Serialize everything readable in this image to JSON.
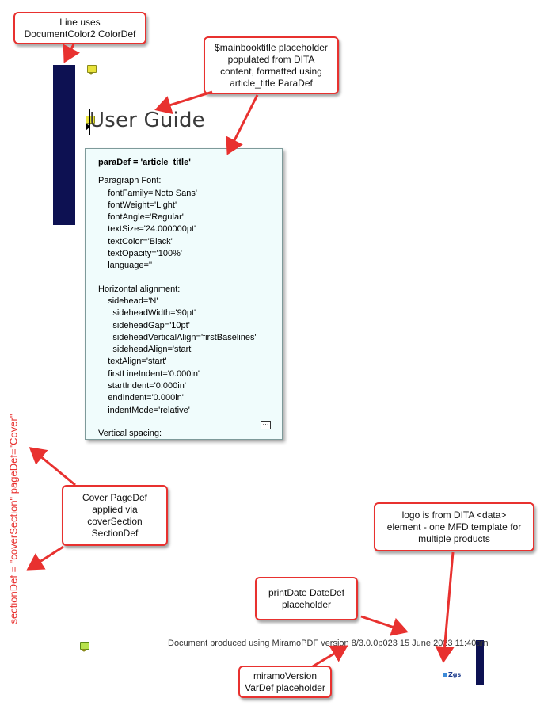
{
  "callouts": {
    "line_color": [
      "Line uses",
      "DocumentColor2 ColorDef"
    ],
    "mainbooktitle": [
      "$mainbooktitle placeholder",
      "populated from DITA",
      "content, formatted using",
      "article_title ParaDef"
    ],
    "cover_pagedef": [
      "Cover PageDef",
      "applied via",
      "coverSection",
      "SectionDef"
    ],
    "logo": [
      "logo is from DITA <data>",
      "element - one MFD template for",
      "multiple products"
    ],
    "printdate": [
      "printDate DateDef",
      "placeholder"
    ],
    "miramoversion": [
      "miramoVersion",
      "VarDef placeholder"
    ]
  },
  "document": {
    "title": "User Guide",
    "footer": "Document produced using MiramoPDF version 8/3.0.0p023 15 June 2023 11:40am",
    "logo_text": "Zgs",
    "section_label": "sectionDef = \"coverSection\"  pageDef=\"Cover\""
  },
  "tooltip": {
    "heading": "paraDef = 'article_title'",
    "font_section": "Paragraph Font:",
    "font_lines": [
      "    fontFamily='Noto Sans'",
      "    fontWeight='Light'",
      "    fontAngle='Regular'",
      "    textSize='24.000000pt'",
      "    textColor='Black'",
      "    textOpacity='100%'",
      "    language=''"
    ],
    "align_section": "Horizontal alignment:",
    "align_lines": [
      "    sidehead='N'",
      "      sideheadWidth='90pt'",
      "      sideheadGap='10pt'",
      "      sideheadVerticalAlign='firstBaselines'",
      "      sideheadAlign='start'",
      "    textAlign='start'",
      "    firstLineIndent='0.000in'",
      "    startIndent='0.000in'",
      "    endIndent='0.000in'",
      "    indentMode='relative'"
    ],
    "spacing_section": "Vertical spacing:"
  },
  "colors": {
    "callout_border": "#e8312f",
    "arrow": "#e8312f",
    "document_color2": "#0d1152",
    "tooltip_bg": "#f0fcfc"
  }
}
